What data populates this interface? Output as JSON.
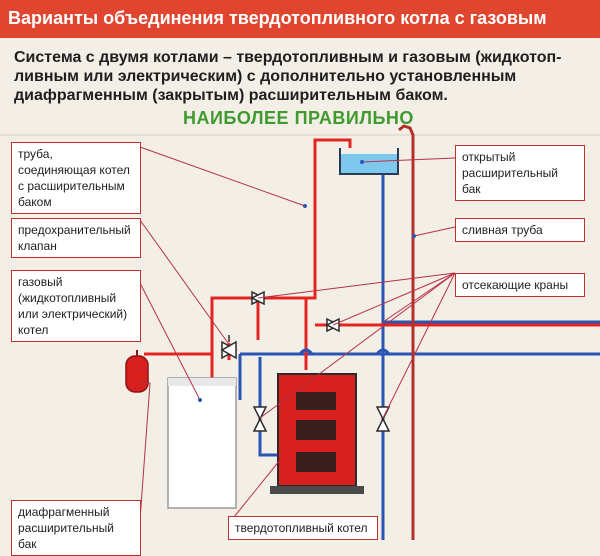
{
  "title": "Варианты объединения твердотопливного котла с газовым",
  "description": "Система с двумя котлами – твердотопливным и газовым (жидкотоп-ливным или электрическим) с дополнительно установленным диафрагменным (закрытым) расширительным баком.",
  "subtitle": "НАИБОЛЕЕ ПРАВИЛЬНО",
  "labels": {
    "pipe_connect": "труба, соединяющая котел с расширительным баком",
    "safety_valve": "предохранительный клапан",
    "gas_boiler": "газовый (жидкотопливный или электрический) котел",
    "diaphragm_tank": "диафрагменный расширительный бак",
    "solid_boiler": "твердотопливный котел",
    "open_tank": "открытый расширительный бак",
    "drain_pipe": "сливная труба",
    "shutoff_valves": "отсекающие краны"
  },
  "colors": {
    "title_bar": "#e0462f",
    "hot_pipe": "#e52421",
    "cold_pipe": "#2a55b5",
    "leader_line": "#b8304a",
    "subtitle": "#3f9a2f",
    "solid_boiler_body": "#d8201e",
    "water": "#7ec8ee"
  }
}
